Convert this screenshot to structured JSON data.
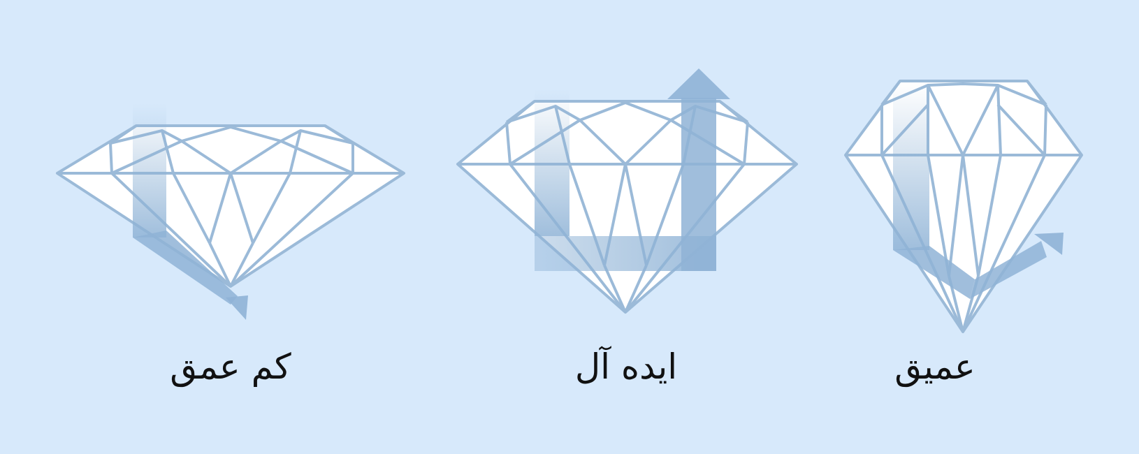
{
  "colors": {
    "background": "#d7e9fb",
    "outline": "#9bbad8",
    "facet_fill": "#ffffff",
    "light_path": "#8fb3d6",
    "label_text": "#111111"
  },
  "diamonds": [
    {
      "id": "shallow",
      "label": "کم عمق",
      "light_path": "exits-bottom"
    },
    {
      "id": "ideal",
      "label": "ایده آل",
      "light_path": "exits-top"
    },
    {
      "id": "deep",
      "label": "عمیق",
      "light_path": "exits-side"
    }
  ]
}
